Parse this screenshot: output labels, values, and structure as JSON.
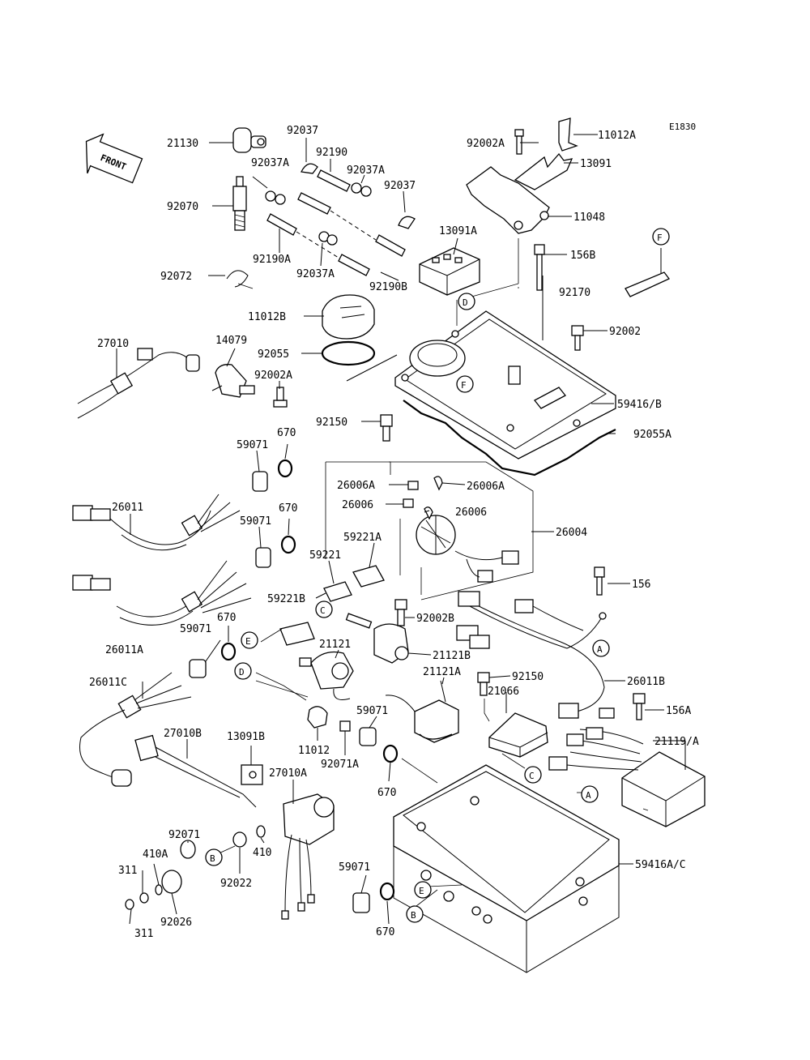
{
  "diagram_code": "E1830",
  "front_label": "FRONT",
  "callout_letters": [
    "A",
    "B",
    "C",
    "D",
    "E",
    "F"
  ],
  "parts": [
    "21130",
    "92037",
    "92190",
    "92037A",
    "92037",
    "92037A",
    "92002A",
    "11012A",
    "13091",
    "92070",
    "92190A",
    "92037A",
    "92190B",
    "13091A",
    "11048",
    "92072",
    "156B",
    "92170",
    "11012B",
    "92002",
    "92055",
    "27010",
    "14079",
    "92002A",
    "59416/B",
    "92150",
    "92055A",
    "670",
    "59071",
    "26006A",
    "26006A",
    "26006",
    "26006",
    "26011",
    "670",
    "59071",
    "59221A",
    "26004",
    "59221",
    "59221B",
    "156",
    "92002B",
    "670",
    "59071",
    "21121",
    "21121B",
    "26011A",
    "26011C",
    "21121A",
    "92150",
    "26011B",
    "21066",
    "156A",
    "59071",
    "27010B",
    "13091B",
    "11012",
    "92071A",
    "21119/A",
    "670",
    "27010A",
    "92071",
    "410A",
    "311",
    "92022",
    "410",
    "311",
    "92026",
    "59071",
    "59416A/C",
    "670"
  ]
}
